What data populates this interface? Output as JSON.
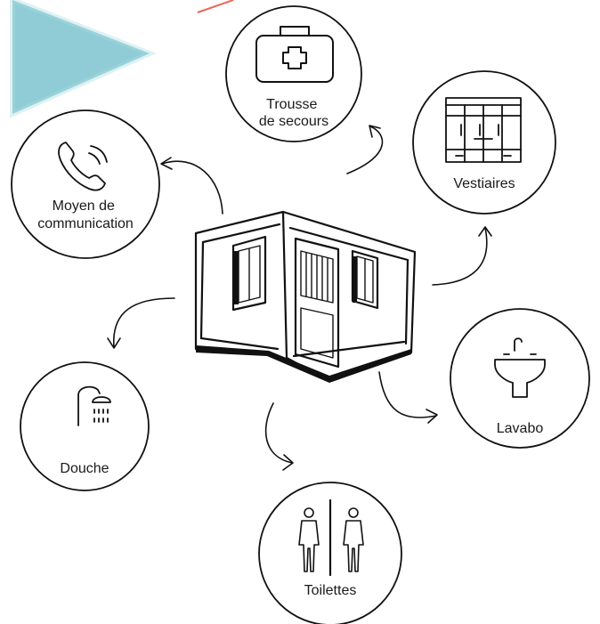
{
  "accent_color": "#7cc3cf",
  "accent_line_color": "#e8675a",
  "center": {
    "icon": "container-icon"
  },
  "items": [
    {
      "id": "trousse",
      "lines": [
        "Trousse",
        "de secours"
      ],
      "icon": "first-aid-kit-icon"
    },
    {
      "id": "vestiaires",
      "lines": [
        "Vestiaires"
      ],
      "icon": "locker-icon"
    },
    {
      "id": "communication",
      "lines": [
        "Moyen de",
        "communication"
      ],
      "icon": "phone-icon"
    },
    {
      "id": "lavabo",
      "lines": [
        "Lavabo"
      ],
      "icon": "sink-icon"
    },
    {
      "id": "douche",
      "lines": [
        "Douche"
      ],
      "icon": "shower-icon"
    },
    {
      "id": "toilettes",
      "lines": [
        "Toilettes"
      ],
      "icon": "restroom-icon"
    }
  ]
}
